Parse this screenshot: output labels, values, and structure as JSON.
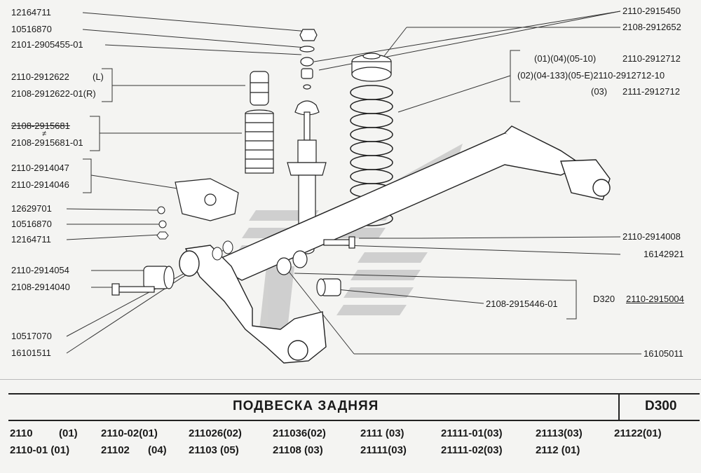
{
  "labels_left": [
    "12164711",
    "10516870",
    "2101-2905455-01",
    "2110-2912622",
    "(L)",
    "2108-2912622-01(R)",
    "2108-2915681",
    "≠",
    "2108-2915681-01",
    "2110-2914047",
    "2110-2914046",
    "12629701",
    "10516870",
    "12164711",
    "2110-2914054",
    "2108-2914040",
    "10517070",
    "16101511"
  ],
  "labels_right": [
    "2110-2915450",
    "2108-2912652",
    "(01)(04)(05-10)",
    "2110-2912712",
    "(02)(04-133)(05-E)2110-2912712-10",
    "(03)",
    "2111-2912712",
    "2110-2914008",
    "16142921",
    "D320",
    "2110-2915004",
    "2108-2915446-01",
    "16105011"
  ],
  "title": "ПОДВЕСКА  ЗАДНЯЯ",
  "code": "D300",
  "models": [
    "2110",
    "(01)",
    "2110-02(01)",
    "211026(02)",
    "211036(02)",
    "2111  (03)",
    "21111-01(03)",
    "21113(03)",
    "21122(01)",
    "2110-01 (01)",
    "21102",
    "(04)",
    "21103  (05)",
    "21108  (03)",
    "21111(03)",
    "21111-02(03)",
    "2112  (01)"
  ]
}
